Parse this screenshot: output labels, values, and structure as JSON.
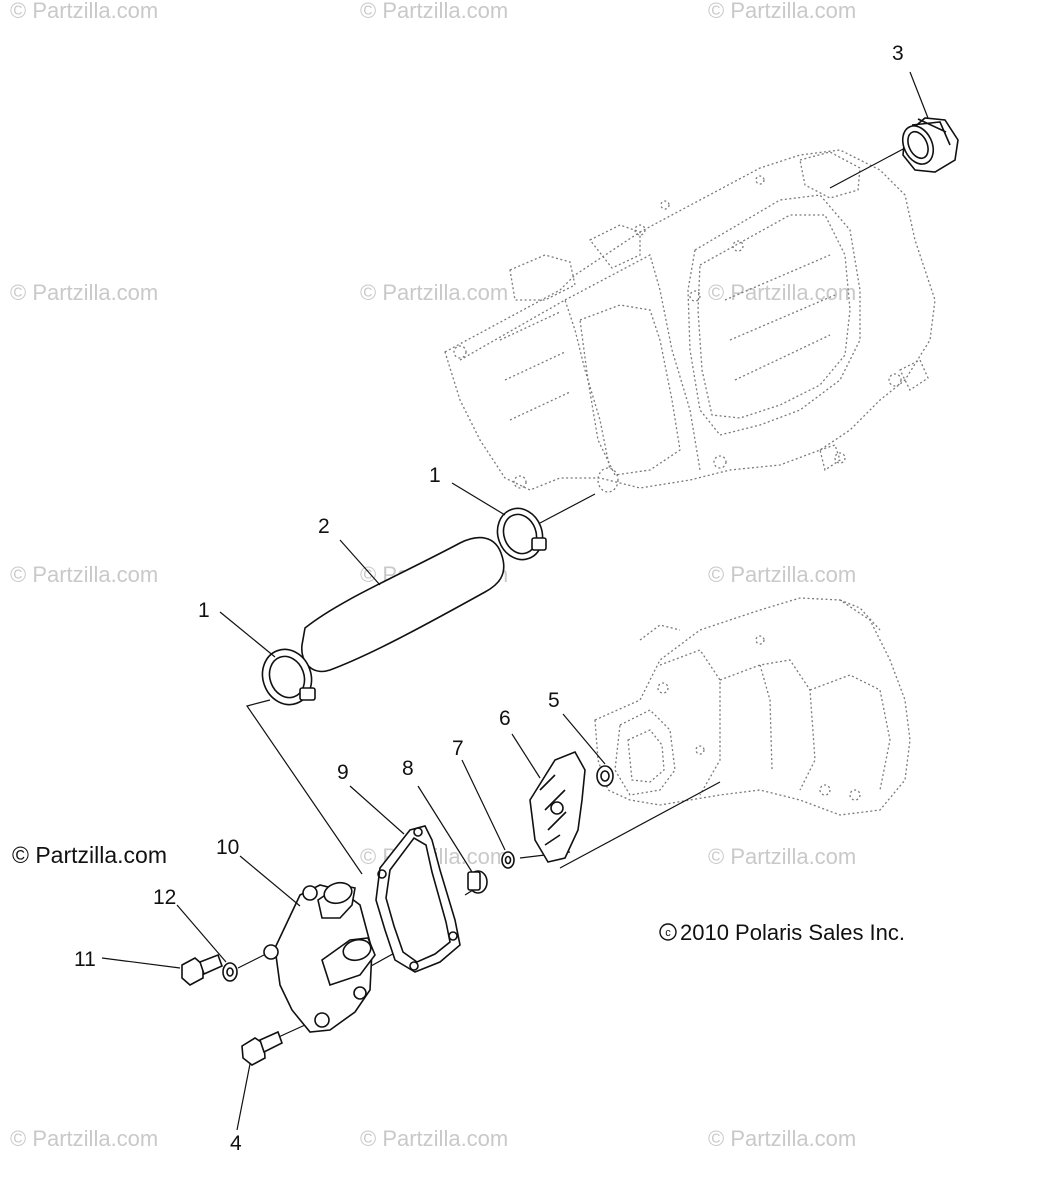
{
  "watermark_text": "© Partzilla.com",
  "brand_text": "© Partzilla.com",
  "copyright_text": "2010  Polaris Sales Inc.",
  "copyright_symbol": "c",
  "callouts": {
    "c1a": "1",
    "c1b": "1",
    "c2": "2",
    "c3": "3",
    "c4": "4",
    "c5": "5",
    "c6": "6",
    "c7": "7",
    "c8": "8",
    "c9": "9",
    "c10": "10",
    "c11": "11",
    "c12": "12"
  }
}
